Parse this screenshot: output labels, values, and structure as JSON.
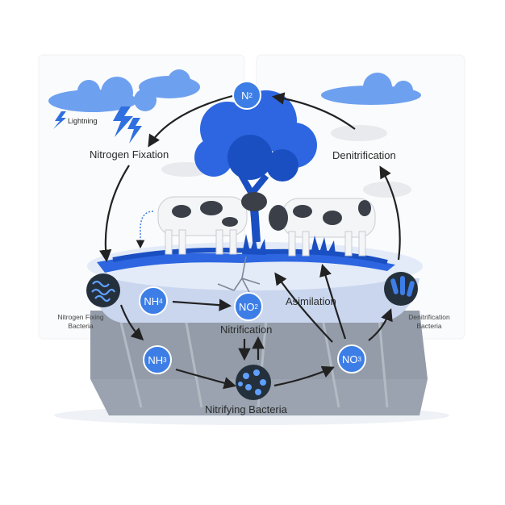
{
  "title": "",
  "nodes": {
    "n2": {
      "base": "N",
      "sub": "2"
    },
    "nh4": {
      "base": "NH",
      "sub": "4"
    },
    "no2": {
      "base": "NO",
      "sub": "2"
    },
    "nh3": {
      "base": "NH",
      "sub": "3"
    },
    "no3": {
      "base": "NO",
      "sub": "3"
    }
  },
  "labels": {
    "lightning": "Lightning",
    "nitrogen_fixation": "Nitrogen Fixation",
    "denitrification": "Denitrification",
    "nitrogen_fixing_bacteria_line1": "Nitrogen Fixing",
    "nitrogen_fixing_bacteria_line2": "Bacteria",
    "denitrification_bacteria_line1": "Denitrification",
    "denitrification_bacteria_line2": "Bacteria",
    "asimilation": "Asimilation",
    "nitrification": "Nitrification",
    "nitrifying_bacteria": "Nitrifying Bacteria"
  },
  "colors": {
    "accent": "#3d7ee6",
    "dark_blue": "#1a4fc2",
    "cloud": "#6ea0f0",
    "ground_top": "#dfe8f8",
    "cliff": "#9aa3af",
    "arrow": "#222222"
  }
}
